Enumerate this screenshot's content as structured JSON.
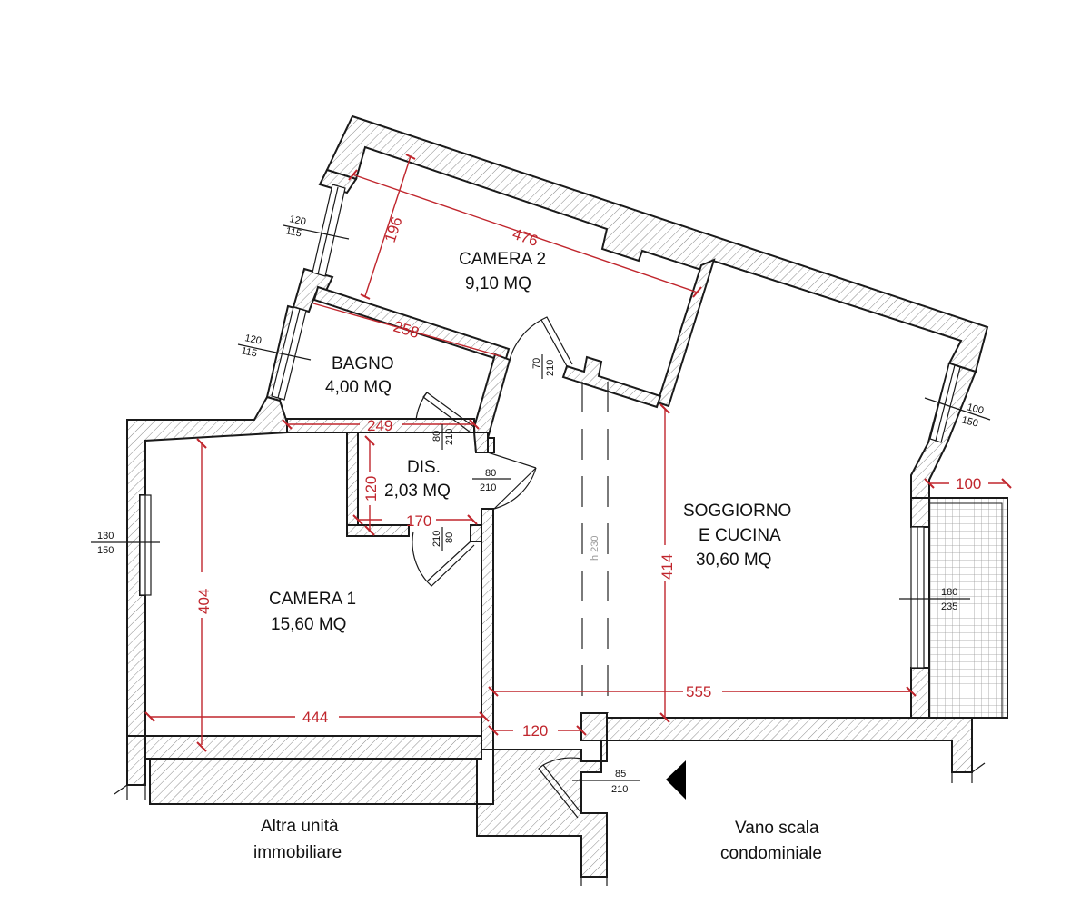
{
  "rooms": {
    "camera2": {
      "name": "CAMERA 2",
      "area": "9,10 MQ"
    },
    "bagno": {
      "name": "BAGNO",
      "area": "4,00 MQ"
    },
    "dis": {
      "name": "DIS.",
      "area": "2,03 MQ"
    },
    "camera1": {
      "name": "CAMERA 1",
      "area": "15,60 MQ"
    },
    "soggiorno": {
      "name_line1": "SOGGIORNO",
      "name_line2": "E CUCINA",
      "area": "30,60 MQ"
    }
  },
  "dimensions": {
    "camera2_width": "476",
    "camera2_depth": "196",
    "bagno_width": "258",
    "bagno_bottom": "249",
    "dis_height": "120",
    "dis_width": "170",
    "camera1_height": "404",
    "camera1_width": "444",
    "entry_width": "120",
    "soggiorno_width": "555",
    "soggiorno_height": "414",
    "balcony_depth": "100"
  },
  "openings": {
    "camera2_window": {
      "top": "120",
      "bottom": "115"
    },
    "bagno_window": {
      "top": "120",
      "bottom": "115"
    },
    "camera1_window": {
      "top": "130",
      "bottom": "150"
    },
    "soggiorno_window": {
      "top": "100",
      "bottom": "150"
    },
    "balcony_door": {
      "top": "180",
      "bottom": "235"
    },
    "camera2_door": {
      "top": "70",
      "bottom": "210"
    },
    "bagno_door": {
      "top": "80",
      "bottom": "210"
    },
    "dis_door_right": {
      "top": "80",
      "bottom": "210"
    },
    "camera1_door": {
      "top": "80",
      "bottom": "210"
    },
    "entry_door": {
      "top": "85",
      "bottom": "210"
    }
  },
  "ceiling_note": "h 230",
  "outside": {
    "left_line1": "Altra unità",
    "left_line2": "immobiliare",
    "right_line1": "Vano scala",
    "right_line2": "condominiale"
  }
}
